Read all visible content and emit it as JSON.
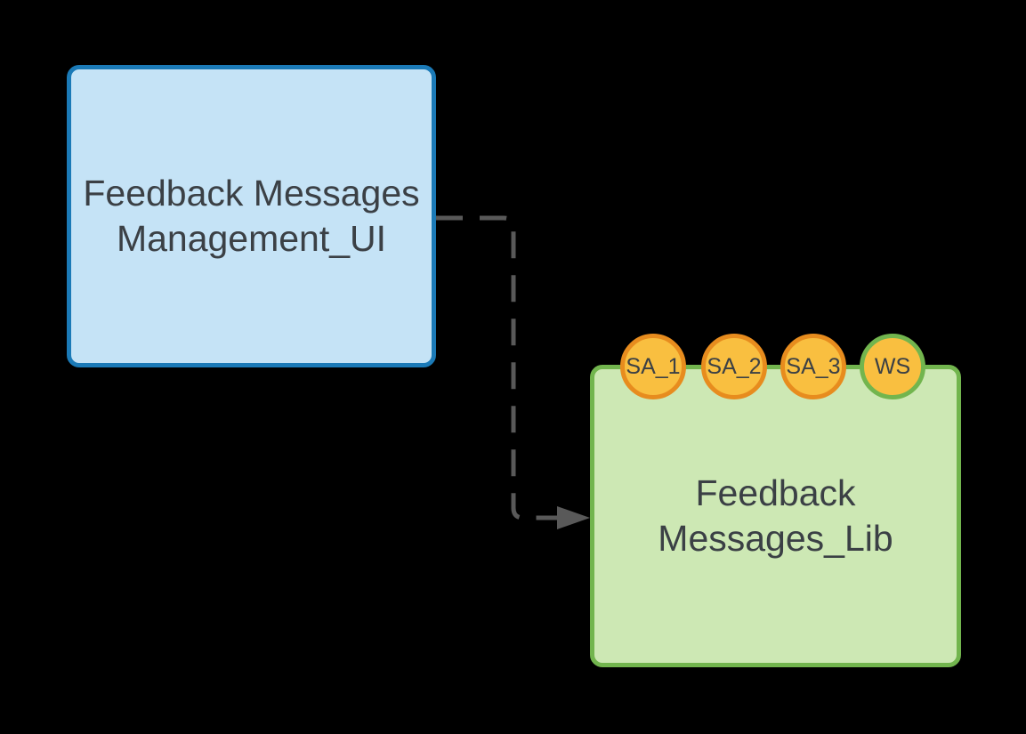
{
  "colors": {
    "canvas_bg": "#000000",
    "ui_fill": "#c5e3f6",
    "ui_border": "#1b7ab7",
    "lib_fill": "#cde8b4",
    "lib_border": "#72b54e",
    "badge_fill": "#f9bf40",
    "badge_border": "#e78c1e",
    "badge_ws_border": "#72b54e",
    "text": "#3b4045",
    "connector": "#595959"
  },
  "nodes": {
    "management_ui": {
      "line1": "Feedback Messages",
      "line2": "Management_UI"
    },
    "messages_lib": {
      "line1": "Feedback",
      "line2": "Messages_Lib"
    }
  },
  "badges": {
    "sa1": "SA_1",
    "sa2": "SA_2",
    "sa3": "SA_3",
    "ws": "WS"
  },
  "connector": {
    "style": "dashed-arrow",
    "from": "Feedback Messages Management_UI",
    "to": "Feedback Messages_Lib"
  }
}
